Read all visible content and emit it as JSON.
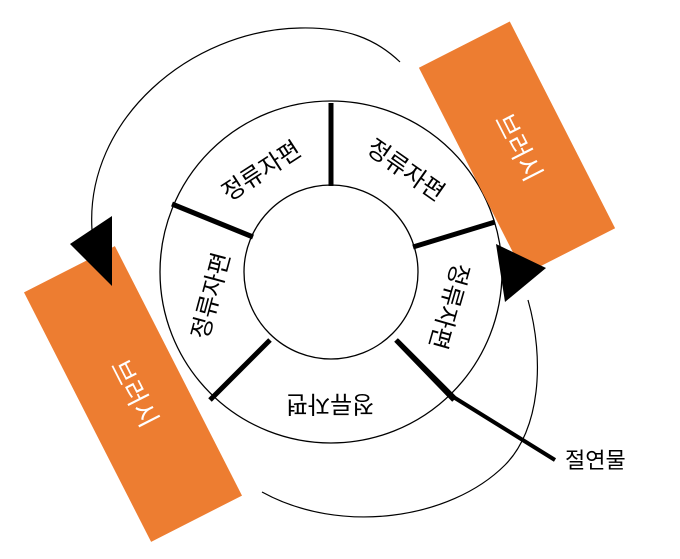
{
  "segments": [
    {
      "label": "정류자편"
    },
    {
      "label": "정류자편"
    },
    {
      "label": "정류자편"
    },
    {
      "label": "정류자편"
    },
    {
      "label": "정류자편"
    }
  ],
  "brushes": [
    {
      "label": "브러시"
    },
    {
      "label": "브러시"
    }
  ],
  "insulator_label": "절연물",
  "colors": {
    "brush_fill": "#ED7D31",
    "brush_text": "#FFFFFF",
    "line": "#000000"
  }
}
